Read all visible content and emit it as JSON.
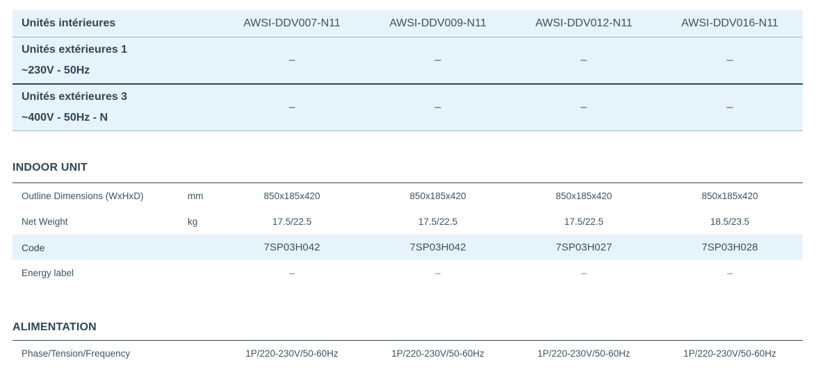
{
  "header": {
    "row_label": "Unités intérieures",
    "models": [
      "AWSI-DDV007-N11",
      "AWSI-DDV009-N11",
      "AWSI-DDV012-N11",
      "AWSI-DDV016-N11"
    ]
  },
  "outdoor_1": {
    "label_line1": "Unités extérieures 1",
    "label_line2": "~230V - 50Hz",
    "values": [
      "–",
      "–",
      "–",
      "–"
    ]
  },
  "outdoor_3": {
    "label_line1": "Unités extérieures 3",
    "label_line2": "~400V - 50Hz - N",
    "values": [
      "–",
      "–",
      "–",
      "–"
    ]
  },
  "indoor_unit": {
    "title": "INDOOR UNIT",
    "rows": [
      {
        "label": "Outline Dimensions (WxHxD)",
        "unit": "mm",
        "values": [
          "850x185x420",
          "850x185x420",
          "850x185x420",
          "850x185x420"
        ]
      },
      {
        "label": "Net Weight",
        "unit": "kg",
        "values": [
          "17.5/22.5",
          "17.5/22.5",
          "17.5/22.5",
          "18.5/23.5"
        ]
      },
      {
        "label": "Code",
        "unit": "",
        "values": [
          "7SP03H042",
          "7SP03H042",
          "7SP03H027",
          "7SP03H028"
        ]
      },
      {
        "label": "Energy label",
        "unit": "",
        "values": [
          "–",
          "–",
          "–",
          "–"
        ]
      }
    ]
  },
  "alimentation": {
    "title": "ALIMENTATION",
    "rows": [
      {
        "label": "Phase/Tension/Frequency",
        "unit": "",
        "values": [
          "1P/220-230V/50-60Hz",
          "1P/220-230V/50-60Hz",
          "1P/220-230V/50-60Hz",
          "1P/220-230V/50-60Hz"
        ]
      }
    ]
  },
  "colors": {
    "header_bg": "#e7f3fb",
    "text": "#2e4656",
    "rule": "#2e4656"
  }
}
